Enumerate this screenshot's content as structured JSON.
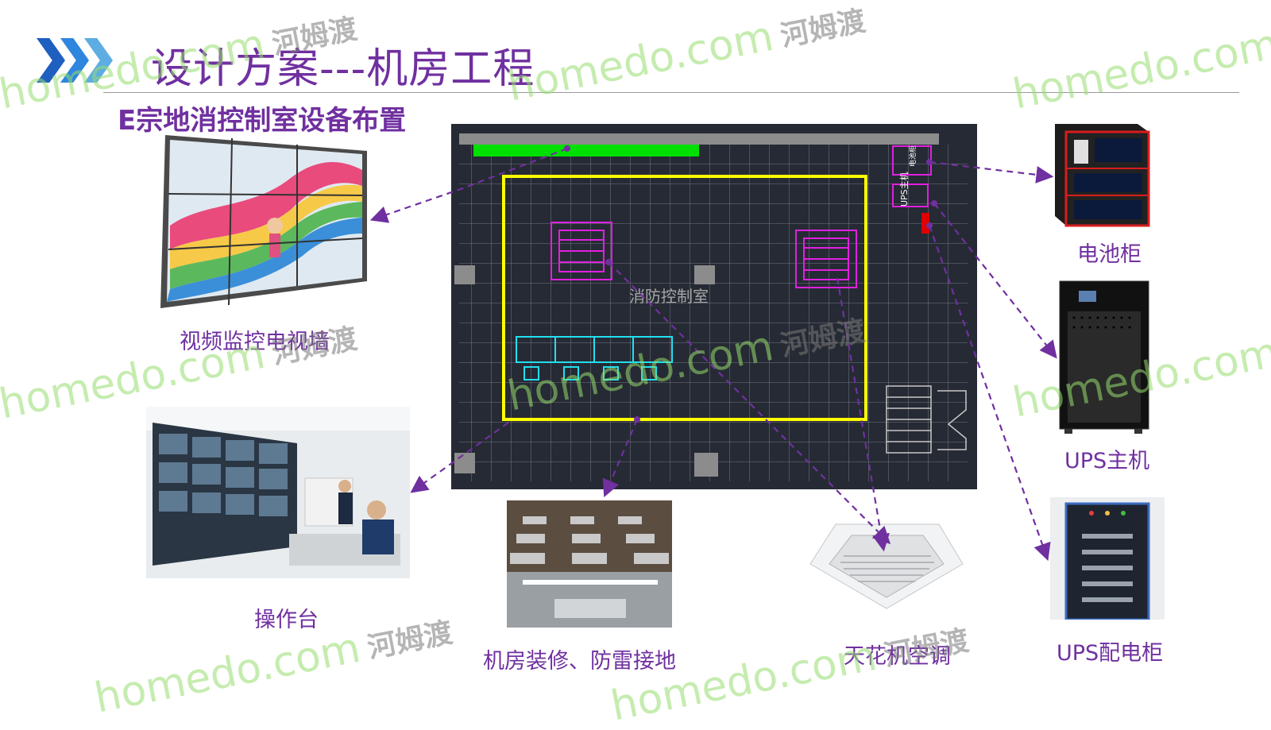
{
  "header": {
    "title": "设计方案---机房工程",
    "subtitle": "E宗地消控制室设备布置"
  },
  "plan": {
    "room_label": "消防控制室",
    "ups_label": "UPS主机",
    "battery_label": "电池柜"
  },
  "captions": {
    "video_wall": "视频监控电视墙",
    "console": "操作台",
    "decoration": "机房装修、防雷接地",
    "ac": "天花机空调",
    "battery": "电池柜",
    "ups_host": "UPS主机",
    "ups_cabinet": "UPS配电柜"
  },
  "watermark": {
    "brand": "homedo.com",
    "cn": "河姆渡"
  },
  "colors": {
    "title": "#7030a0",
    "chevron1": "#1f5fbf",
    "chevron2": "#2e86de",
    "chevron3": "#5dade2",
    "plan_bg": "#262a34",
    "plan_yellow": "#ffff00",
    "plan_magenta": "#e020e0",
    "plan_cyan": "#20e0f0",
    "plan_green": "#00e000",
    "arrow": "#7030a0"
  }
}
